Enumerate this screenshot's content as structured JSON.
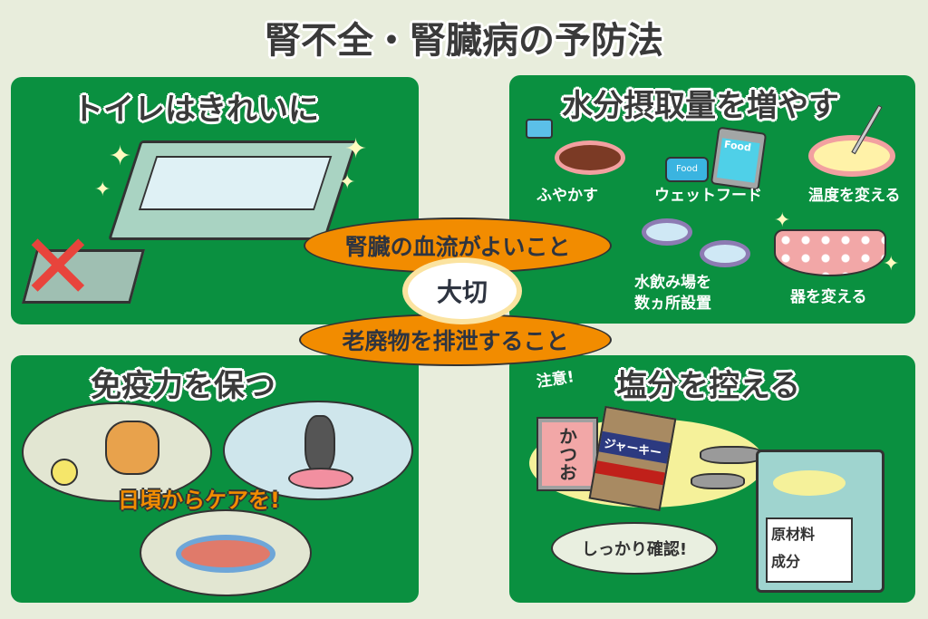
{
  "title": "腎不全・腎臓病の予防法",
  "center": {
    "top_oval": "腎臓の血流がよいこと",
    "burst": "大切",
    "bottom_oval": "老廃物を排泄すること"
  },
  "panels": {
    "toilet": {
      "title": "トイレはきれいに"
    },
    "water": {
      "title": "水分摂取量を増やす",
      "items": [
        "ふやかす",
        "ウェットフード",
        "温度を変える",
        "水飲み場を\n数ヵ所設置",
        "器を変える"
      ],
      "food_label": "Food"
    },
    "immunity": {
      "title": "免疫力を保つ",
      "caption": "日頃からケアを!"
    },
    "salt": {
      "title": "塩分を控える",
      "warning": "注意!",
      "katsuo_label": "かつお",
      "jerky_label": "ジャーキー",
      "bubble": "しっかり確認!",
      "bag_labels": [
        "原材料",
        "成分"
      ]
    }
  },
  "colors": {
    "panel": "#0a9040",
    "accent": "#f28c00",
    "background": "#e8eddc"
  }
}
